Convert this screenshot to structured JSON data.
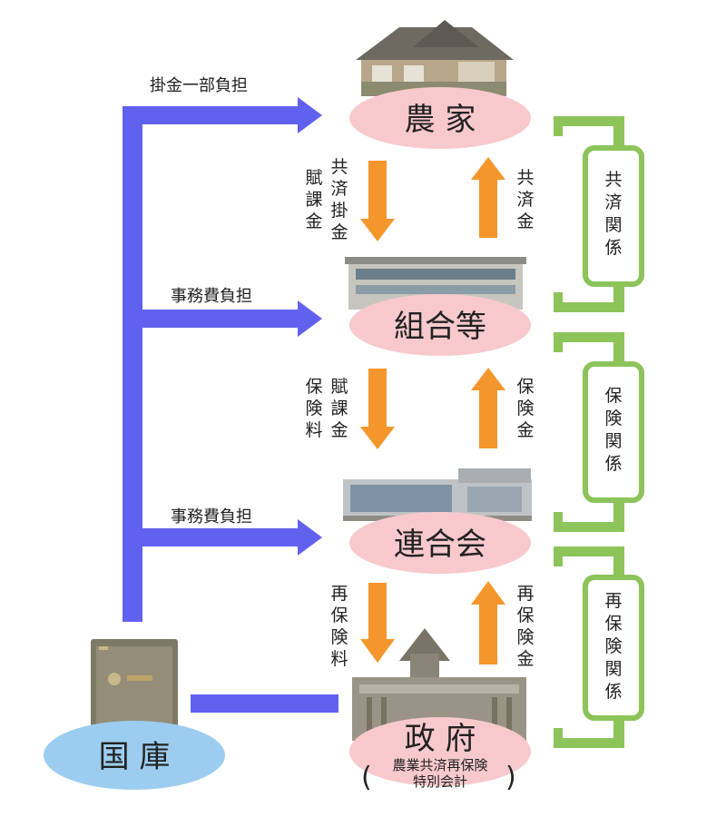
{
  "colors": {
    "blue_arrow": "#6161f0",
    "orange_arrow": "#f5962c",
    "green_bracket": "#8cc45a",
    "node_fill": "#f8c9cc",
    "treasury_fill": "#9ccdf0"
  },
  "nodes": {
    "farmer": "農 家",
    "union": "組合等",
    "federation": "連合会",
    "government": "政 府",
    "government_sub_1": "農業共済再保険",
    "government_sub_2": "特別会計",
    "treasury": "国 庫"
  },
  "blue_labels": {
    "premium_subsidy": "掛金一部負担",
    "admin_union": "事務費負担",
    "admin_federation": "事務費負担"
  },
  "flows": {
    "farm_union_down_1": "共済掛金",
    "farm_union_down_2": "賦課金",
    "farm_union_up": "共済金",
    "union_fed_down_1": "賦課金",
    "union_fed_down_2": "保険料",
    "union_fed_up": "保険金",
    "fed_gov_down": "再保険料",
    "fed_gov_up": "再保険金"
  },
  "relations": {
    "mutual_aid": "共済関係",
    "insurance": "保険関係",
    "reinsurance": "再保険関係"
  },
  "icons": [
    "house-icon",
    "office-building-icon",
    "federation-building-icon",
    "diet-building-icon",
    "safe-icon"
  ]
}
